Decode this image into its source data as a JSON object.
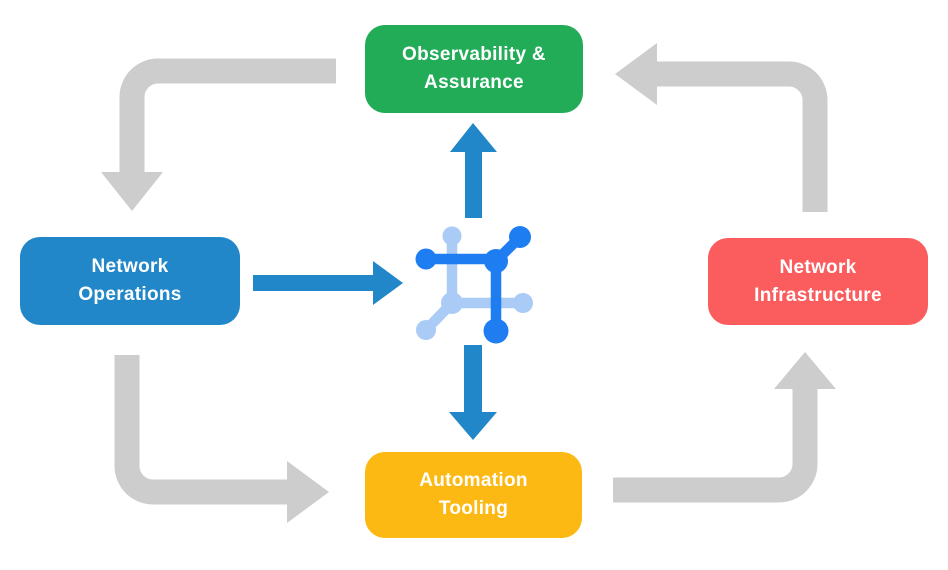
{
  "canvas": {
    "background": "#FFFFFF"
  },
  "nodes": {
    "observability": {
      "label": "Observability &\nAssurance",
      "color": "#22AC58"
    },
    "operations": {
      "label": "Network\nOperations",
      "color": "#2287C9"
    },
    "infrastructure": {
      "label": "Network\nInfrastructure",
      "color": "#FB5D5E"
    },
    "tooling": {
      "label": "Automation\nTooling",
      "color": "#FDB913"
    }
  },
  "arrows": {
    "gray_color": "#CDCDCD",
    "blue_color": "#2287C9",
    "outer_cycle": [
      {
        "from": "observability",
        "to": "operations"
      },
      {
        "from": "operations",
        "to": "tooling"
      },
      {
        "from": "tooling",
        "to": "infrastructure"
      },
      {
        "from": "infrastructure",
        "to": "observability"
      }
    ],
    "center_links": [
      {
        "from": "operations",
        "to": "center-icon"
      },
      {
        "from": "center-icon",
        "to": "observability"
      },
      {
        "from": "center-icon",
        "to": "tooling"
      }
    ]
  },
  "center_icon": {
    "name": "network-controller-icon",
    "color_dark": "#1E7DF0",
    "color_light": "#A9CBF6"
  }
}
